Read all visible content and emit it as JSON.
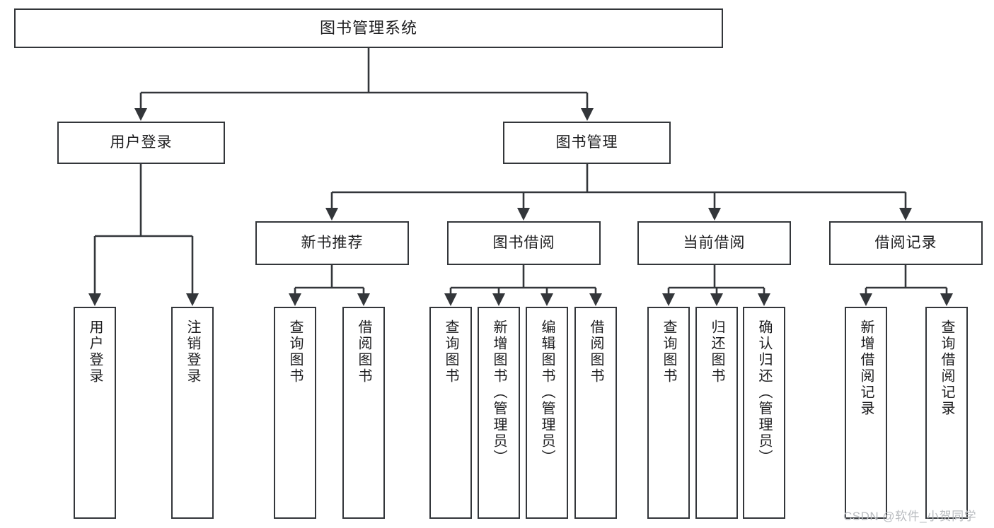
{
  "diagram": {
    "title": "图书管理系统",
    "type": "tree-hierarchy-chart",
    "colors": {
      "stroke": "#33363a",
      "fill": "#ffffff",
      "text": "#1d1d1f",
      "watermark": "#b9bcc0"
    },
    "watermark": "CSDN @软件_小贺同学",
    "nodes": {
      "root": {
        "label": "图书管理系统"
      },
      "level2": [
        {
          "label": "用户登录"
        },
        {
          "label": "图书管理"
        }
      ],
      "level3": [
        {
          "label": "新书推荐"
        },
        {
          "label": "图书借阅"
        },
        {
          "label": "当前借阅"
        },
        {
          "label": "借阅记录"
        }
      ],
      "leaves": [
        {
          "label": "用户登录",
          "parent": "用户登录"
        },
        {
          "label": "注销登录",
          "parent": "用户登录"
        },
        {
          "label": "查询图书",
          "parent": "新书推荐"
        },
        {
          "label": "借阅图书",
          "parent": "新书推荐"
        },
        {
          "label": "查询图书",
          "parent": "图书借阅"
        },
        {
          "label": "新增图书（管理员）",
          "parent": "图书借阅"
        },
        {
          "label": "编辑图书（管理员）",
          "parent": "图书借阅"
        },
        {
          "label": "借阅图书",
          "parent": "图书借阅"
        },
        {
          "label": "查询图书",
          "parent": "当前借阅"
        },
        {
          "label": "归还图书",
          "parent": "当前借阅"
        },
        {
          "label": "确认归还（管理员）",
          "parent": "当前借阅"
        },
        {
          "label": "新增借阅记录",
          "parent": "借阅记录"
        },
        {
          "label": "查询借阅记录",
          "parent": "借阅记录"
        }
      ]
    }
  }
}
